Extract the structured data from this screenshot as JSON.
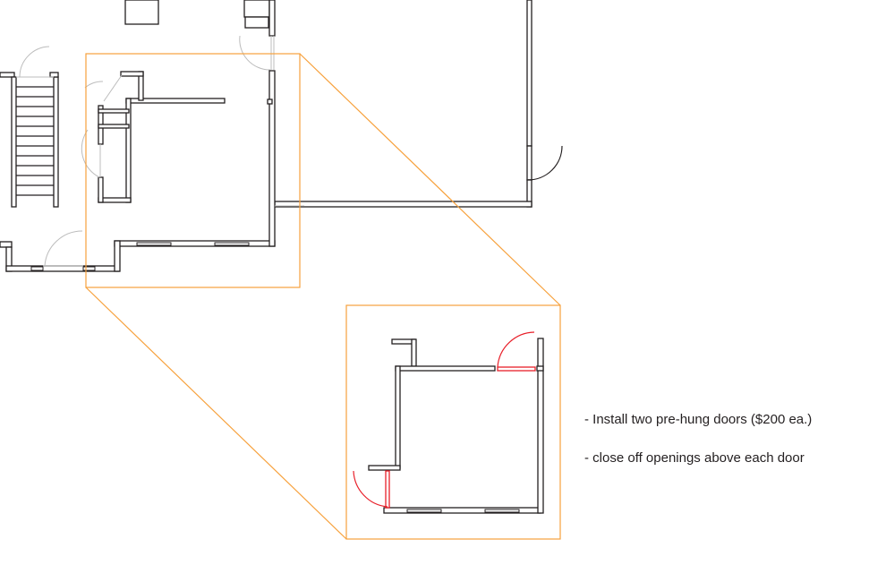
{
  "diagram": {
    "type": "floor-plan",
    "callout_color": "#f7a13c",
    "new_door_color": "#e8202a",
    "wall_color": "#231f20",
    "detail_views": [
      {
        "name": "existing-area",
        "frame": [
          96,
          60,
          239,
          261
        ]
      },
      {
        "name": "proposed-area",
        "frame": [
          387,
          341,
          239,
          261
        ]
      }
    ]
  },
  "notes": [
    {
      "text": "- Install two pre-hung doors ($200 ea.)"
    },
    {
      "text": "- close off openings above each door"
    }
  ]
}
